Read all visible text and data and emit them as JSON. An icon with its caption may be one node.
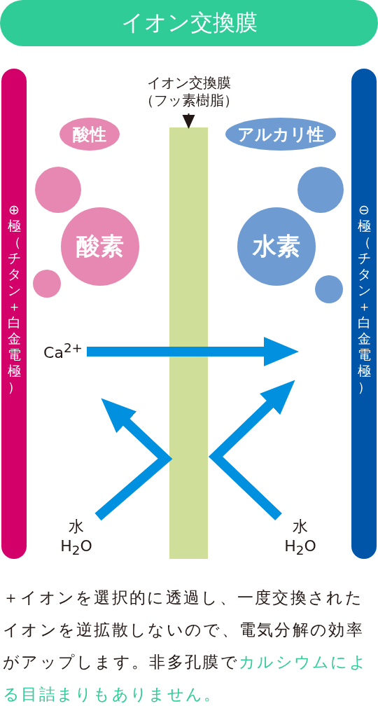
{
  "diagram": {
    "title": "イオン交換膜",
    "nodes": [
      {
        "text": [
          "⊕極（チタン＋白金電極）"
        ]
      },
      {
        "text": [
          "⊖極（チタン＋白金電極）"
        ]
      },
      {
        "text": [],
        "shape": "bar"
      },
      {
        "text": [
          "イオン交換膜（フッ素樹脂）"
        ]
      },
      {
        "text": [
          "酸性"
        ]
      },
      {
        "text": [
          "アルカリ性"
        ]
      },
      {
        "text": [],
        "shape": "circle"
      },
      {
        "text": [
          "酸素"
        ]
      },
      {
        "text": [],
        "shape": "circle"
      },
      {
        "text": [],
        "shape": "circle"
      },
      {
        "text": [
          "水素"
        ]
      },
      {
        "text": [],
        "shape": "circle"
      },
      {
        "text": [
          "Ca$^{2+}$"
        ]
      },
      {
        "text": [
          "水",
          "H$_{2}$O"
        ]
      },
      {
        "text": [
          "水",
          "H$_{2}$O"
        ]
      }
    ],
    "edges": [
      {
        "from": 3,
        "to": 2,
        "arrow": "to",
        "color": "#231815"
      },
      {
        "from": 12,
        "to": null,
        "arrow": "to"
      },
      {
        "from": 13,
        "to": null,
        "arrow": "to"
      },
      {
        "from": 14,
        "to": null,
        "arrow": "to"
      }
    ],
    "labels": [
      "＋イオンを選択的に透過し、一度交換されたイオンを逆拡散しないので、電気分解の効率がアップします。非多孔膜で",
      "カルシウムによる目詰まりもありません。"
    ]
  }
}
